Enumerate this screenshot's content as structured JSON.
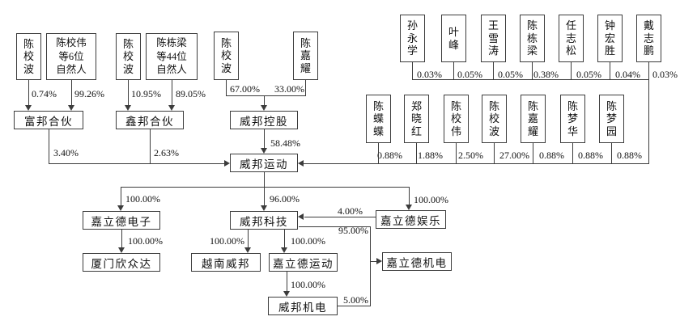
{
  "diagram": {
    "type": "equity-ownership-flowchart",
    "colors": {
      "background": "#ffffff",
      "line": "#3c3c3c",
      "text": "#111111"
    },
    "nodes": [
      {
        "id": "p1",
        "label": "陈校波",
        "type": "person-v"
      },
      {
        "id": "p2",
        "label": "陈校伟\n等6位\n自然人",
        "type": "person-multi"
      },
      {
        "id": "p3",
        "label": "陈校波",
        "type": "person-v"
      },
      {
        "id": "p4",
        "label": "陈栋梁\n等44位\n自然人",
        "type": "person-multi"
      },
      {
        "id": "p5",
        "label": "陈校波",
        "type": "person-v"
      },
      {
        "id": "p6",
        "label": "陈嘉耀",
        "type": "person-v"
      },
      {
        "id": "r1",
        "label": "孙永学",
        "type": "person-v"
      },
      {
        "id": "r2",
        "label": "叶峰",
        "type": "person-v"
      },
      {
        "id": "r3",
        "label": "王雪涛",
        "type": "person-v"
      },
      {
        "id": "r4",
        "label": "陈栋梁",
        "type": "person-v"
      },
      {
        "id": "r5",
        "label": "任志松",
        "type": "person-v"
      },
      {
        "id": "r6",
        "label": "钟宏胜",
        "type": "person-v"
      },
      {
        "id": "r7",
        "label": "戴志鹏",
        "type": "person-v"
      },
      {
        "id": "s1",
        "label": "陈蝶蝶",
        "type": "person-v"
      },
      {
        "id": "s2",
        "label": "郑晓红",
        "type": "person-v"
      },
      {
        "id": "s3",
        "label": "陈校伟",
        "type": "person-v"
      },
      {
        "id": "s4",
        "label": "陈校波",
        "type": "person-v"
      },
      {
        "id": "s5",
        "label": "陈嘉耀",
        "type": "person-v"
      },
      {
        "id": "s6",
        "label": "陈梦华",
        "type": "person-v"
      },
      {
        "id": "s7",
        "label": "陈梦园",
        "type": "person-v"
      },
      {
        "id": "fubang",
        "label": "富邦合伙",
        "type": "company"
      },
      {
        "id": "xinbang",
        "label": "鑫邦合伙",
        "type": "company"
      },
      {
        "id": "wb-holding",
        "label": "威邦控股",
        "type": "company"
      },
      {
        "id": "wb-sports",
        "label": "威邦运动",
        "type": "company"
      },
      {
        "id": "jld-elec",
        "label": "嘉立德电子",
        "type": "company"
      },
      {
        "id": "xiamen",
        "label": "厦门欣众达",
        "type": "company"
      },
      {
        "id": "wb-tech",
        "label": "威邦科技",
        "type": "company"
      },
      {
        "id": "vietnam",
        "label": "越南威邦",
        "type": "company"
      },
      {
        "id": "jld-sports",
        "label": "嘉立德运动",
        "type": "company"
      },
      {
        "id": "wb-mech",
        "label": "威邦机电",
        "type": "company"
      },
      {
        "id": "jld-ent",
        "label": "嘉立德娱乐",
        "type": "company"
      },
      {
        "id": "jld-mech",
        "label": "嘉立德机电",
        "type": "company"
      }
    ],
    "edges": [
      {
        "id": "e1",
        "from": "p1",
        "to": "fubang",
        "label": "0.74%"
      },
      {
        "id": "e2",
        "from": "p2",
        "to": "fubang",
        "label": "99.26%"
      },
      {
        "id": "e3",
        "from": "p3",
        "to": "xinbang",
        "label": "10.95%"
      },
      {
        "id": "e4",
        "from": "p4",
        "to": "xinbang",
        "label": "89.05%"
      },
      {
        "id": "e5",
        "from": "p5",
        "to": "wb-holding",
        "label": "67.00%"
      },
      {
        "id": "e6",
        "from": "p6",
        "to": "wb-holding",
        "label": "33.00%"
      },
      {
        "id": "e7",
        "from": "wb-holding",
        "to": "wb-sports",
        "label": "58.48%"
      },
      {
        "id": "e8",
        "from": "fubang",
        "to": "wb-sports",
        "label": "3.40%"
      },
      {
        "id": "e9",
        "from": "xinbang",
        "to": "wb-sports",
        "label": "2.63%"
      },
      {
        "id": "e10",
        "from": "r1",
        "to": "wb-sports",
        "label": "0.03%"
      },
      {
        "id": "e11",
        "from": "r2",
        "to": "wb-sports",
        "label": "0.05%"
      },
      {
        "id": "e12",
        "from": "r3",
        "to": "wb-sports",
        "label": "0.05%"
      },
      {
        "id": "e13",
        "from": "r4",
        "to": "wb-sports",
        "label": "0.38%"
      },
      {
        "id": "e14",
        "from": "r5",
        "to": "wb-sports",
        "label": "0.05%"
      },
      {
        "id": "e15",
        "from": "r6",
        "to": "wb-sports",
        "label": "0.04%"
      },
      {
        "id": "e16",
        "from": "r7",
        "to": "wb-sports",
        "label": "0.03%"
      },
      {
        "id": "e17",
        "from": "s1",
        "to": "wb-sports",
        "label": "0.88%"
      },
      {
        "id": "e18",
        "from": "s2",
        "to": "wb-sports",
        "label": "1.88%"
      },
      {
        "id": "e19",
        "from": "s3",
        "to": "wb-sports",
        "label": "2.50%"
      },
      {
        "id": "e20",
        "from": "s4",
        "to": "wb-sports",
        "label": "27.00%"
      },
      {
        "id": "e21",
        "from": "s5",
        "to": "wb-sports",
        "label": "0.88%"
      },
      {
        "id": "e22",
        "from": "s6",
        "to": "wb-sports",
        "label": "0.88%"
      },
      {
        "id": "e23",
        "from": "s7",
        "to": "wb-sports",
        "label": "0.88%"
      },
      {
        "id": "e24",
        "from": "wb-sports",
        "to": "jld-elec",
        "label": "100.00%"
      },
      {
        "id": "e25",
        "from": "wb-sports",
        "to": "wb-tech",
        "label": "96.00%"
      },
      {
        "id": "e26",
        "from": "wb-sports",
        "to": "jld-ent",
        "label": "100.00%"
      },
      {
        "id": "e27",
        "from": "jld-elec",
        "to": "xiamen",
        "label": "100.00%"
      },
      {
        "id": "e28",
        "from": "wb-tech",
        "to": "vietnam",
        "label": "100.00%"
      },
      {
        "id": "e29",
        "from": "wb-tech",
        "to": "jld-sports",
        "label": "100.00%"
      },
      {
        "id": "e30",
        "from": "jld-sports",
        "to": "wb-mech",
        "label": "100.00%"
      },
      {
        "id": "e31",
        "from": "jld-ent",
        "to": "wb-tech",
        "label": "4.00%"
      },
      {
        "id": "e32",
        "from": "wb-tech",
        "to": "jld-mech",
        "label": "95.00%"
      },
      {
        "id": "e33",
        "from": "wb-mech",
        "to": "jld-mech",
        "label": "5.00%"
      }
    ]
  }
}
